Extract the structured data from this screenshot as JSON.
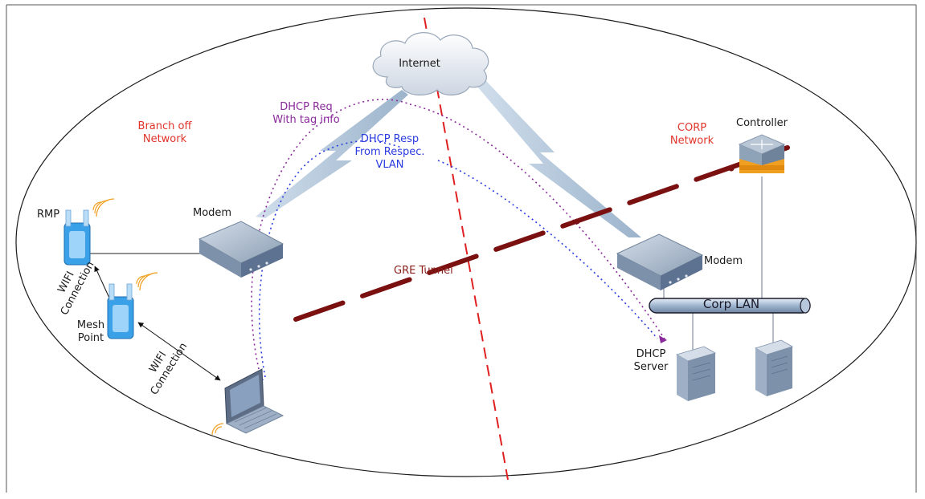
{
  "labels": {
    "internet": "Internet",
    "branch_line1": "Branch off",
    "branch_line2": "Network",
    "corp_line1": "CORP",
    "corp_line2": "Network",
    "controller": "Controller",
    "rmp": "RMP",
    "modem_left": "Modem",
    "modem_right": "Modem",
    "mesh_line1": "Mesh",
    "mesh_line2": "Point",
    "wifi1_line1": "WIFI",
    "wifi1_line2": "Connection",
    "wifi2_line1": "WIFI",
    "wifi2_line2": "Connection",
    "dhcp_req_line1": "DHCP Req",
    "dhcp_req_line2": "With tag info",
    "dhcp_resp_line1": "DHCP Resp",
    "dhcp_resp_line2": "From Respec.",
    "dhcp_resp_line3": "VLAN",
    "gre_tunnel": "GRE Tunnel",
    "corp_lan": "Corp LAN",
    "dhcp_server_line1": "DHCP",
    "dhcp_server_line2": "Server"
  },
  "colors": {
    "red_label": "#e0342a",
    "dhcp_req": "#8a2a9b",
    "dhcp_resp": "#2a3be0",
    "gre_tunnel": "#7a1010",
    "divider": "#e02020",
    "device_body": "#8fa3bb",
    "ap_blue": "#3aa0e8",
    "controller_orange": "#f0a020"
  }
}
